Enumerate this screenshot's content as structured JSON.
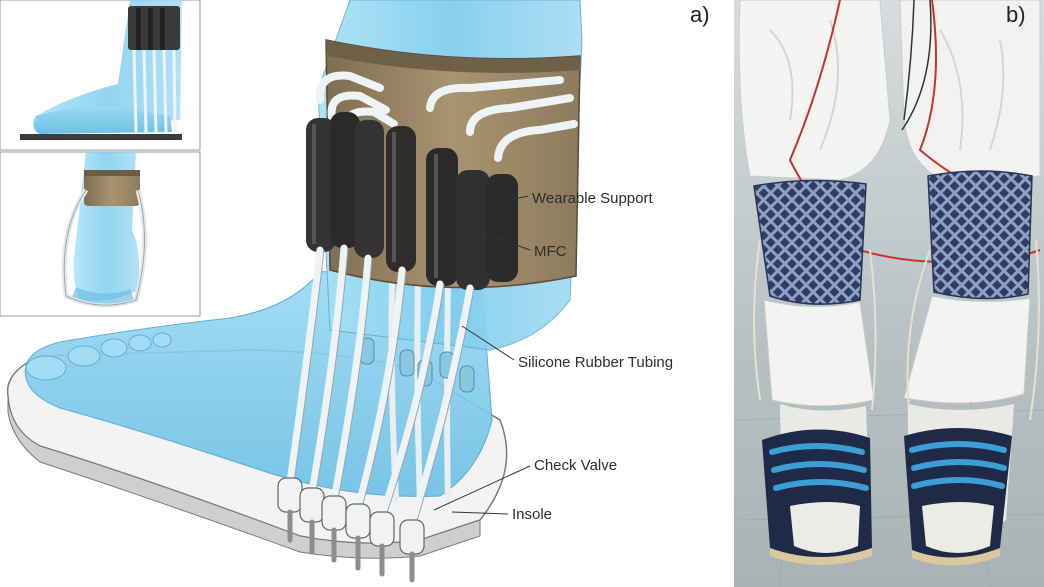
{
  "panels": {
    "a": {
      "label": "a)"
    },
    "b": {
      "label": "b)"
    }
  },
  "callouts": [
    {
      "id": "wearable-support",
      "text": "Wearable Support"
    },
    {
      "id": "mfc",
      "text": "MFC"
    },
    {
      "id": "silicone-rubber-tubing",
      "text": "Silicone Rubber Tubing"
    },
    {
      "id": "check-valve",
      "text": "Check Valve"
    },
    {
      "id": "insole",
      "text": "Insole"
    }
  ],
  "colors": {
    "skin": "#8fd3f0",
    "skin_dark": "#5fb6df",
    "support": "#9d8b6a",
    "mfc": "#2e2e2e",
    "tubing": "#e8eef0",
    "insole": "#f2f2f2"
  }
}
